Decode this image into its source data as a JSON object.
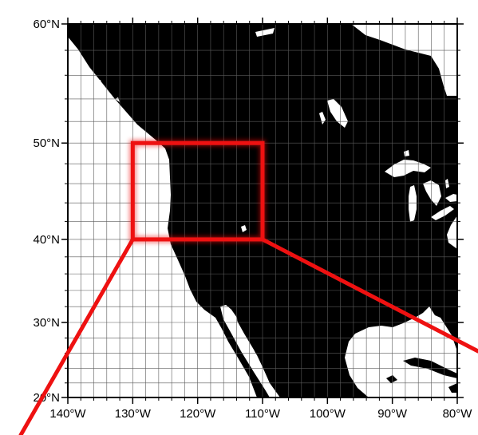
{
  "map": {
    "region": "North America (western and central)",
    "projection": "Mercator",
    "lon_range": [
      -140,
      -80
    ],
    "lat_range": [
      20,
      60
    ],
    "land_color": "#000000",
    "water_color": "#ffffff",
    "gridline_color": "#5a5a5a",
    "frame_color": "#000000",
    "highlight_color": "#ee1111",
    "highlight_box": {
      "lon_range": [
        -130,
        -110
      ],
      "lat_range": [
        40,
        50
      ]
    },
    "lon_ticks": [
      {
        "value": -140,
        "label": "140°W"
      },
      {
        "value": -130,
        "label": "130°W"
      },
      {
        "value": -120,
        "label": "120°W"
      },
      {
        "value": -110,
        "label": "110°W"
      },
      {
        "value": -100,
        "label": "100°W"
      },
      {
        "value": -90,
        "label": "90°W"
      },
      {
        "value": -80,
        "label": "80°W"
      }
    ],
    "lat_ticks": [
      {
        "value": 20,
        "label": "20°N"
      },
      {
        "value": 30,
        "label": "30°N"
      },
      {
        "value": 40,
        "label": "40°N"
      },
      {
        "value": 50,
        "label": "50°N"
      },
      {
        "value": 60,
        "label": "60°N"
      }
    ]
  }
}
